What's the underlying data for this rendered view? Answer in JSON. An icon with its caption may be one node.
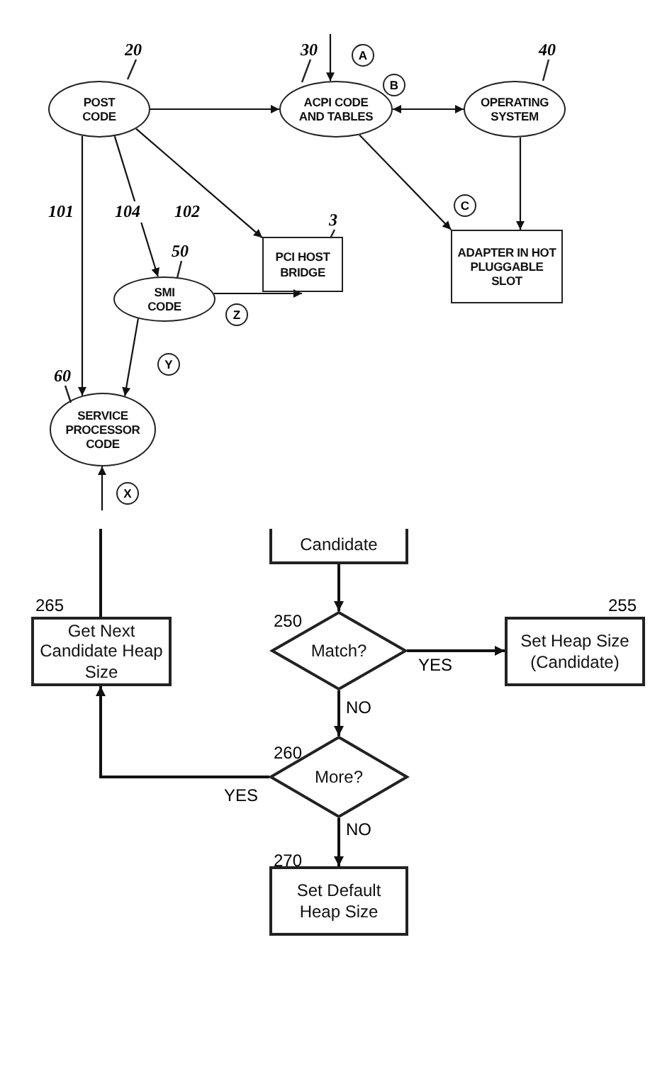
{
  "diagram": {
    "nodes": [
      {
        "text": [
          "POST CODE"
        ],
        "beside": [
          "20"
        ]
      },
      {
        "text": [
          "ACPI CODE AND TABLES"
        ],
        "beside": [
          "30"
        ]
      },
      {
        "text": [
          "OPERATING SYSTEM"
        ],
        "beside": [
          "40"
        ]
      },
      {
        "text": [
          "PCI HOST BRIDGE"
        ],
        "beside": [
          "3"
        ]
      },
      {
        "text": [
          "SMI CODE"
        ],
        "beside": [
          "50"
        ]
      },
      {
        "text": [
          "ADAPTER IN HOT PLUGGABLE SLOT"
        ]
      },
      {
        "text": [
          "SERVICE PROCESSOR CODE"
        ],
        "beside": [
          "60"
        ]
      },
      {
        "text": [
          "Candidate"
        ]
      },
      {
        "text": [
          "Get Next Candidate Heap Size"
        ],
        "beside": [
          "265"
        ]
      },
      {
        "text": [
          "Match?"
        ],
        "beside": [
          "250"
        ]
      },
      {
        "text": [
          "Set Heap Size (Candidate)"
        ],
        "beside": [
          "255"
        ]
      },
      {
        "text": [
          "More?"
        ],
        "beside": [
          "260"
        ]
      },
      {
        "text": [
          "Set Default Heap Size"
        ],
        "beside": [
          "270"
        ]
      }
    ],
    "edges": [
      {
        "from": 0,
        "to": 1,
        "arrow": "to"
      },
      {
        "from": 1,
        "to": 2,
        "arrow": "both",
        "label": "B"
      },
      {
        "from": 1,
        "to": 5,
        "arrow": "to",
        "label": "C"
      },
      {
        "from": 2,
        "to": 5,
        "arrow": "to"
      },
      {
        "from": 0,
        "to": 6,
        "arrow": "to",
        "label": "101"
      },
      {
        "from": 0,
        "to": 4,
        "arrow": "to",
        "label": "104"
      },
      {
        "from": 0,
        "to": 3,
        "arrow": "to",
        "label": "102"
      },
      {
        "from": 4,
        "to": 3,
        "arrow": "to",
        "label": "Z"
      },
      {
        "from": 4,
        "to": 6,
        "arrow": "to",
        "label": "Y"
      },
      {
        "from": null,
        "to": 6,
        "arrow": "to",
        "label": "X"
      },
      {
        "from": null,
        "to": 1,
        "arrow": "to",
        "label": "A"
      },
      {
        "from": 7,
        "to": 9,
        "arrow": "to"
      },
      {
        "from": 9,
        "to": 10,
        "arrow": "to",
        "label": "YES"
      },
      {
        "from": 9,
        "to": 11,
        "arrow": "to",
        "label": "NO"
      },
      {
        "from": 11,
        "to": 8,
        "arrow": "to",
        "label": "YES"
      },
      {
        "from": 11,
        "to": 12,
        "arrow": "to",
        "label": "NO"
      },
      {
        "from": 8,
        "to": null,
        "arrow": "none"
      }
    ]
  }
}
